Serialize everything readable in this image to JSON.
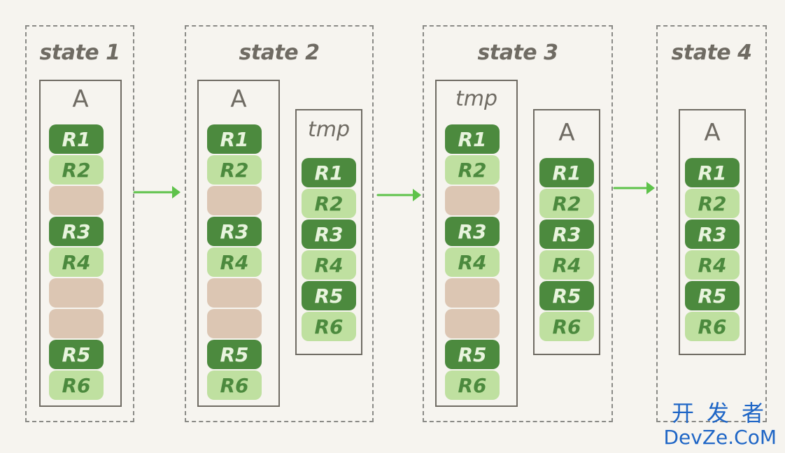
{
  "stages": [
    {
      "title": "state 1"
    },
    {
      "title": "state 2"
    },
    {
      "title": "state 3"
    },
    {
      "title": "state 4"
    }
  ],
  "tables": {
    "a_label": "A",
    "tmp_label": "tmp"
  },
  "rows": [
    "R1",
    "R2",
    "R3",
    "R4",
    "R5",
    "R6"
  ],
  "colors": {
    "dark_row": "#4c8a3e",
    "light_row": "#bfe0a0",
    "empty_row": "#dcc6b3",
    "arrow": "#5ec24a"
  },
  "watermark": {
    "cn": "开发者",
    "en": "DevZe.CoM"
  }
}
